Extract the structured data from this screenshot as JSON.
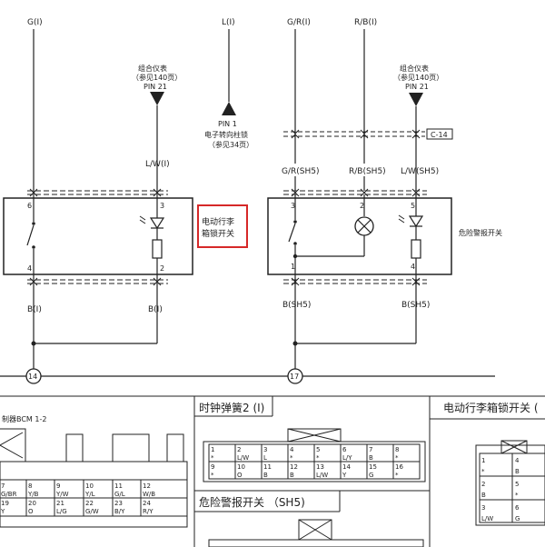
{
  "wires_top": {
    "w1": "G(I)",
    "w2": "L(I)",
    "w3": "G/R(I)",
    "w4": "R/B(I)"
  },
  "cluster_left": {
    "name": "组合仪表",
    "ref": "（参见140页）",
    "pin": "PIN 21"
  },
  "cluster_right": {
    "name": "组合仪表",
    "ref": "（参见140页）",
    "pin": "PIN 21"
  },
  "lock": {
    "pin": "PIN 1",
    "name": "电子转向柱锁",
    "ref": "（参见34页）"
  },
  "wire_lw": "L/W(I)",
  "wires_mid": {
    "gr": "G/R(SH5)",
    "rb": "R/B(SH5)",
    "lw": "L/W(SH5)"
  },
  "connector_c14": "C-14",
  "switch_left": {
    "label_line1": "电动行李",
    "label_line2": "箱锁开关",
    "pins": {
      "a": "6",
      "b": "3",
      "c": "4",
      "d": "2"
    }
  },
  "switch_right": {
    "label": "危险警报开关",
    "pins": {
      "a": "3",
      "b": "2",
      "c": "5",
      "d": "1",
      "e": "4"
    }
  },
  "wires_bottom": {
    "b1": "B(I)",
    "b2": "B(I)",
    "b3": "B(SH5)",
    "b4": "B(SH5)"
  },
  "grounds": {
    "g1": "14",
    "g2": "17"
  },
  "panels": {
    "bcm": {
      "title": "制器BCM 1-2",
      "cells": [
        [
          "7",
          "G/BR"
        ],
        [
          "8",
          "Y/B"
        ],
        [
          "9",
          "Y/W"
        ],
        [
          "10",
          "Y/L"
        ],
        [
          "11",
          "G/L"
        ],
        [
          "12",
          "W/B"
        ],
        [
          "19",
          "Y"
        ],
        [
          "20",
          "O"
        ],
        [
          "21",
          "L/G"
        ],
        [
          "22",
          "G/W"
        ],
        [
          "23",
          "B/Y"
        ],
        [
          "24",
          "R/Y"
        ]
      ]
    },
    "clock": {
      "title": "时钟弹簧2 (I)",
      "cells": [
        [
          "1",
          "*"
        ],
        [
          "2",
          "L/W"
        ],
        [
          "3",
          "L"
        ],
        [
          "4",
          "*"
        ],
        [
          "5",
          "*"
        ],
        [
          "6",
          "L/Y"
        ],
        [
          "7",
          "B"
        ],
        [
          "8",
          "*"
        ],
        [
          "9",
          "*"
        ],
        [
          "10",
          "O"
        ],
        [
          "11",
          "B"
        ],
        [
          "12",
          "B"
        ],
        [
          "13",
          "L/W"
        ],
        [
          "14",
          "Y"
        ],
        [
          "15",
          "G"
        ],
        [
          "16",
          "*"
        ]
      ]
    },
    "hazard": {
      "title": "危险警报开关 （SH5)"
    },
    "trunk": {
      "title": "电动行李箱锁开关 (",
      "cells": [
        [
          "1",
          "*"
        ],
        [
          "4",
          "B"
        ],
        [
          "2",
          "B"
        ],
        [
          "5",
          "*"
        ],
        [
          "3",
          "L/W"
        ],
        [
          "6",
          "G"
        ]
      ]
    }
  }
}
